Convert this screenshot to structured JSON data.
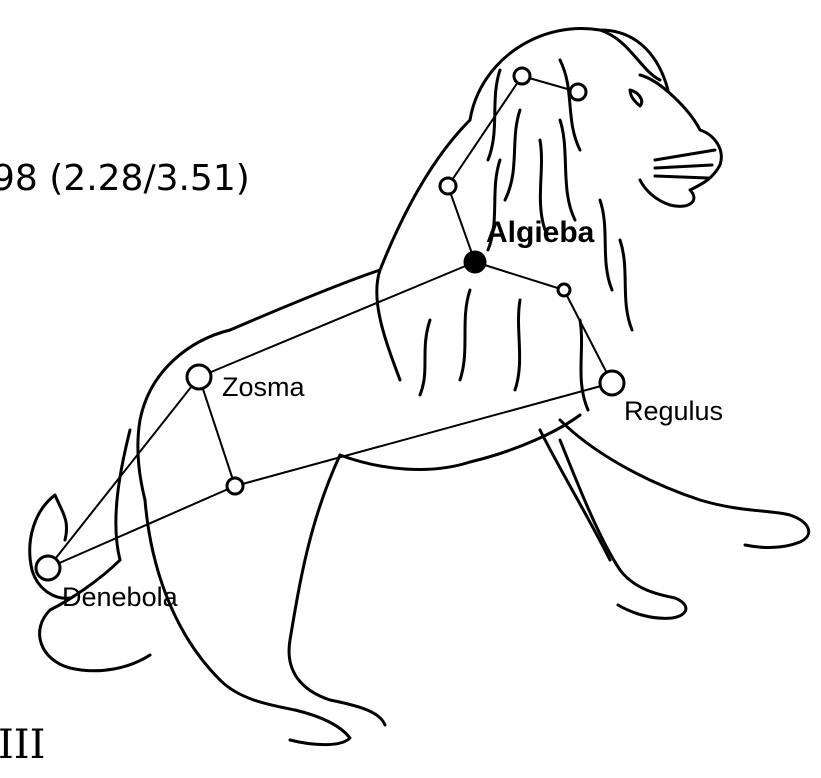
{
  "fragment_text": "98 (2.28/3.51)",
  "roman_numeral": "III",
  "stars": {
    "algieba": "Algieba",
    "zosma": "Zosma",
    "regulus": "Regulus",
    "denebola": "Denebola"
  },
  "colors": {
    "ink": "#000000",
    "background": "#ffffff"
  }
}
